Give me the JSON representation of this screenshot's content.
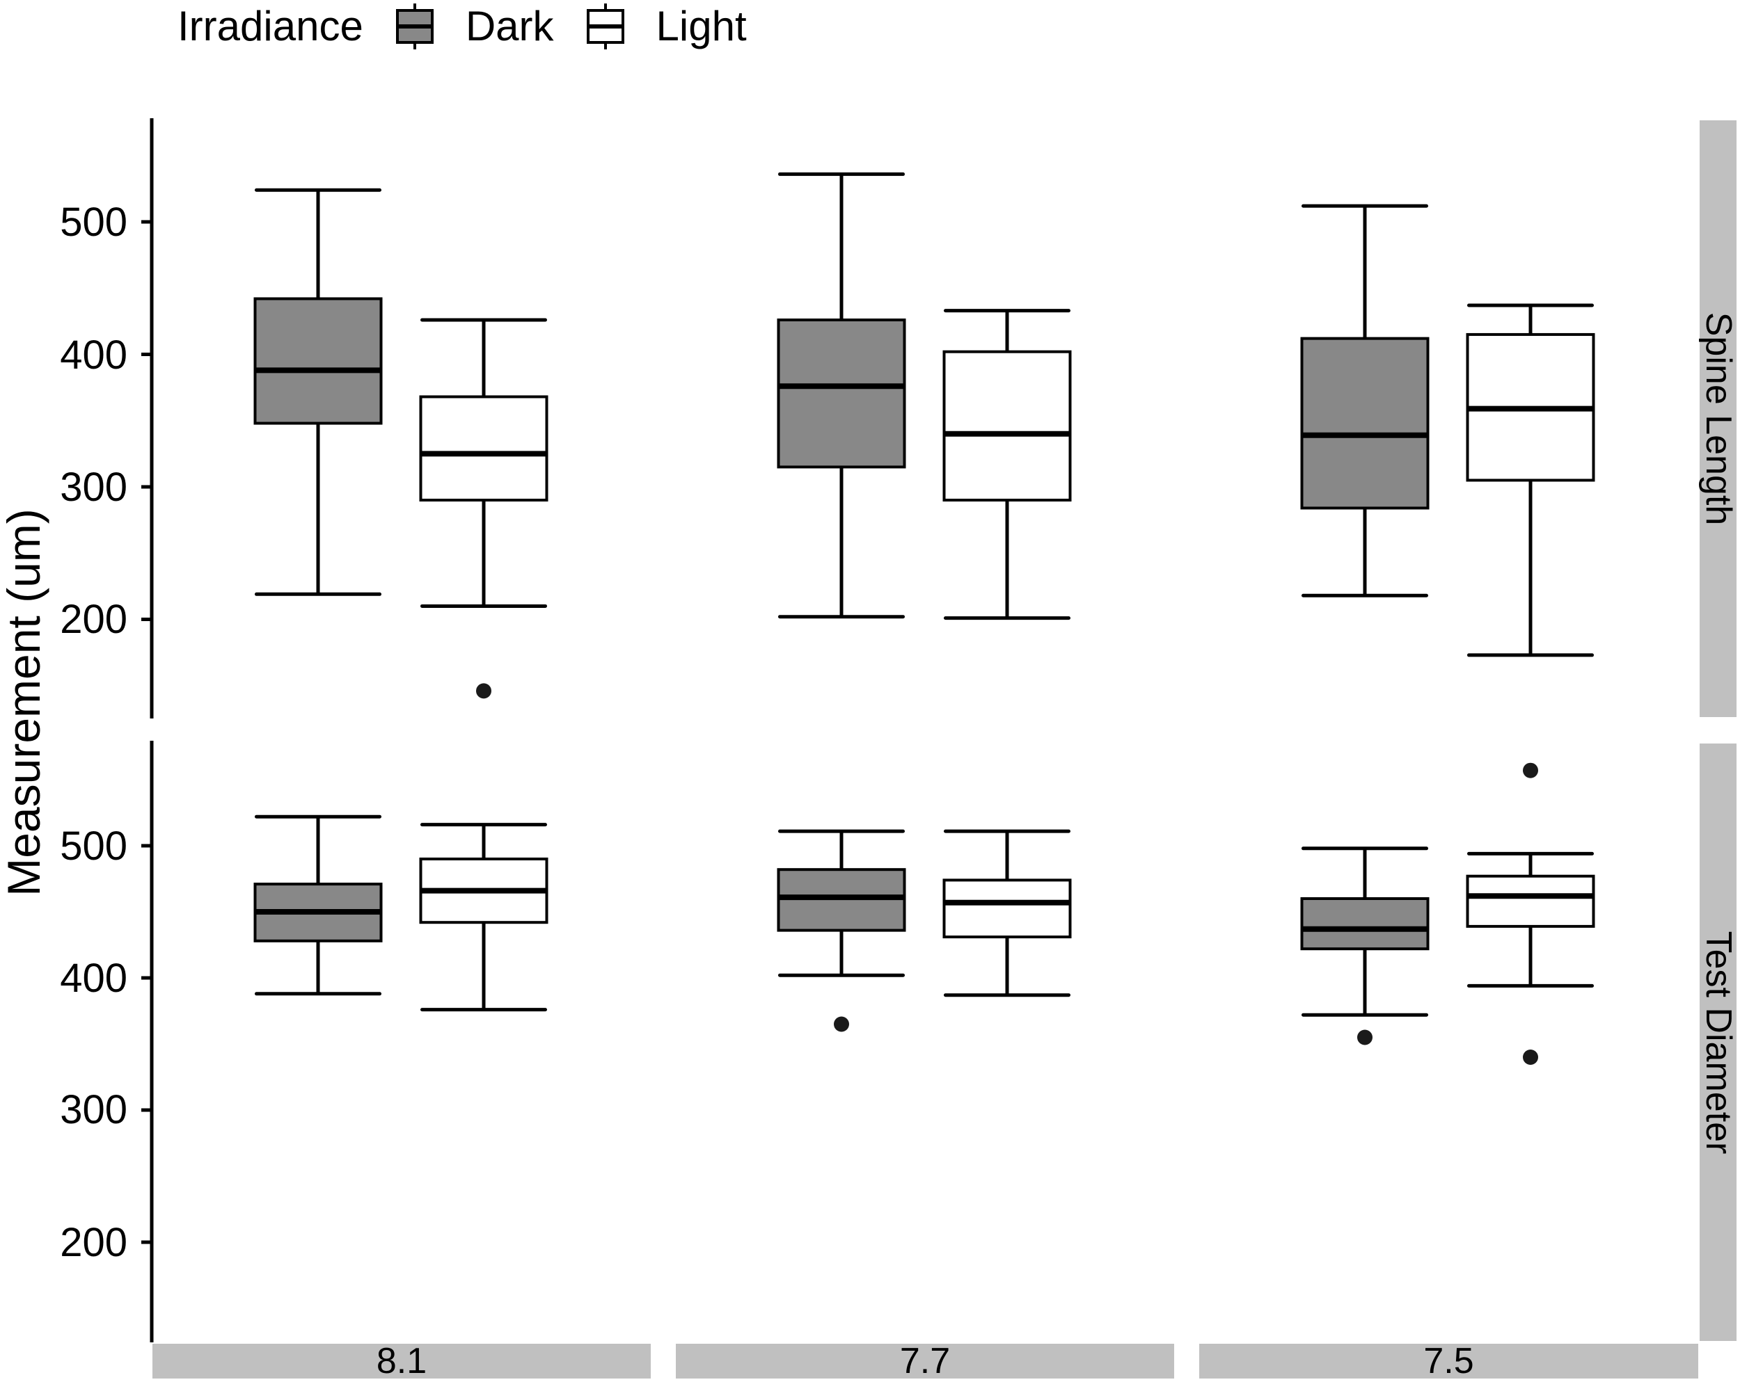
{
  "legend": {
    "title": "Irradiance",
    "items": [
      {
        "label": "Dark",
        "fill": "#888888"
      },
      {
        "label": "Light",
        "fill": "#ffffff"
      }
    ]
  },
  "axis": {
    "ylabel": "Measurement (um)",
    "yticks": [
      "500",
      "400",
      "300",
      "200"
    ]
  },
  "strips": {
    "columns": [
      "8.1",
      "7.7",
      "7.5"
    ],
    "rows": [
      "Spine Length",
      "Test Diameter"
    ]
  },
  "colors": {
    "dark_fill": "#888888",
    "light_fill": "#ffffff",
    "strip": "#c0c0c0",
    "line": "#000000",
    "outlier": "#1a1a1a"
  },
  "chart_data": {
    "type": "boxplot",
    "title": "",
    "xlabel": "",
    "ylabel": "Measurement (um)",
    "legend": {
      "title": "Irradiance",
      "entries": [
        "Dark",
        "Light"
      ],
      "position": "top"
    },
    "facet_columns": [
      "8.1",
      "7.7",
      "7.5"
    ],
    "facet_rows": [
      "Spine Length",
      "Test Diameter"
    ],
    "yticks": [
      200,
      300,
      400,
      500
    ],
    "ylim": [
      130,
      580
    ],
    "grid": false,
    "panels": [
      {
        "row": "Spine Length",
        "column": "8.1",
        "boxes": [
          {
            "group": "Dark",
            "whisker_low": 219,
            "q1": 348,
            "median": 388,
            "q3": 442,
            "whisker_high": 524,
            "outliers": []
          },
          {
            "group": "Light",
            "whisker_low": 210,
            "q1": 290,
            "median": 325,
            "q3": 368,
            "whisker_high": 426,
            "outliers": [
              146
            ]
          }
        ]
      },
      {
        "row": "Spine Length",
        "column": "7.7",
        "boxes": [
          {
            "group": "Dark",
            "whisker_low": 202,
            "q1": 315,
            "median": 376,
            "q3": 426,
            "whisker_high": 536,
            "outliers": []
          },
          {
            "group": "Light",
            "whisker_low": 201,
            "q1": 290,
            "median": 340,
            "q3": 402,
            "whisker_high": 433,
            "outliers": []
          }
        ]
      },
      {
        "row": "Spine Length",
        "column": "7.5",
        "boxes": [
          {
            "group": "Dark",
            "whisker_low": 218,
            "q1": 284,
            "median": 339,
            "q3": 412,
            "whisker_high": 512,
            "outliers": []
          },
          {
            "group": "Light",
            "whisker_low": 173,
            "q1": 305,
            "median": 359,
            "q3": 415,
            "whisker_high": 437,
            "outliers": []
          }
        ]
      },
      {
        "row": "Test Diameter",
        "column": "8.1",
        "boxes": [
          {
            "group": "Dark",
            "whisker_low": 388,
            "q1": 428,
            "median": 450,
            "q3": 471,
            "whisker_high": 522,
            "outliers": []
          },
          {
            "group": "Light",
            "whisker_low": 376,
            "q1": 442,
            "median": 466,
            "q3": 490,
            "whisker_high": 516,
            "outliers": []
          }
        ]
      },
      {
        "row": "Test Diameter",
        "column": "7.7",
        "boxes": [
          {
            "group": "Dark",
            "whisker_low": 402,
            "q1": 436,
            "median": 461,
            "q3": 482,
            "whisker_high": 511,
            "outliers": [
              365
            ]
          },
          {
            "group": "Light",
            "whisker_low": 387,
            "q1": 431,
            "median": 457,
            "q3": 474,
            "whisker_high": 511,
            "outliers": []
          }
        ]
      },
      {
        "row": "Test Diameter",
        "column": "7.5",
        "boxes": [
          {
            "group": "Dark",
            "whisker_low": 372,
            "q1": 422,
            "median": 437,
            "q3": 460,
            "whisker_high": 498,
            "outliers": [
              355
            ]
          },
          {
            "group": "Light",
            "whisker_low": 394,
            "q1": 439,
            "median": 462,
            "q3": 477,
            "whisker_high": 494,
            "outliers": [
              557,
              340
            ]
          }
        ]
      }
    ]
  }
}
